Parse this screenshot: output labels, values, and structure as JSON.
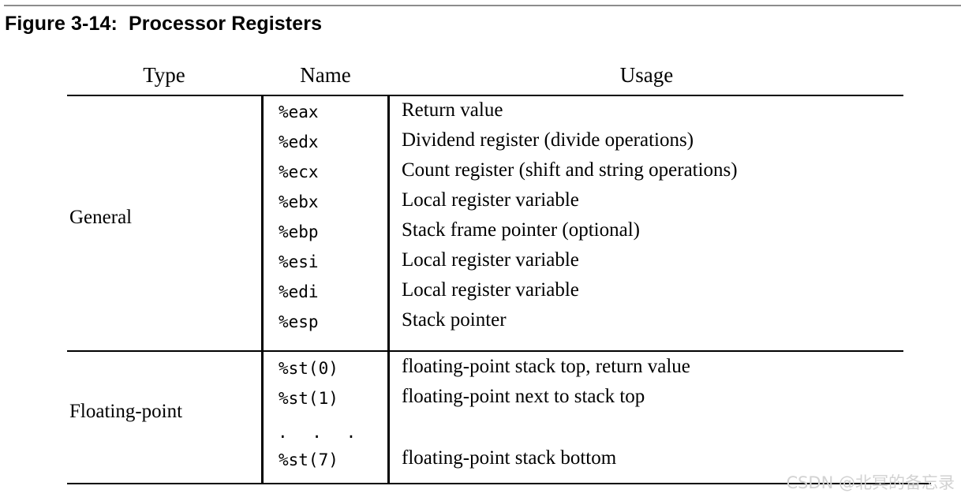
{
  "document": {
    "figure_caption": "Figure 3-14:  Processor Registers",
    "watermark": "CSDN @北冥的备忘录"
  },
  "table": {
    "headers": {
      "type": "Type",
      "name": "Name",
      "usage": "Usage"
    },
    "sections": [
      {
        "type_label": "General",
        "rows": [
          {
            "name": "%eax",
            "usage": "Return value"
          },
          {
            "name": "%edx",
            "usage": "Dividend register (divide operations)"
          },
          {
            "name": "%ecx",
            "usage": "Count register (shift and string operations)"
          },
          {
            "name": "%ebx",
            "usage": "Local register variable"
          },
          {
            "name": "%ebp",
            "usage": "Stack frame pointer (optional)"
          },
          {
            "name": "%esi",
            "usage": "Local register variable"
          },
          {
            "name": "%edi",
            "usage": "Local register variable"
          },
          {
            "name": "%esp",
            "usage": "Stack pointer"
          }
        ]
      },
      {
        "type_label": "Floating-point",
        "rows": [
          {
            "name": "%st(0)",
            "usage": "floating-point stack top, return value"
          },
          {
            "name": "%st(1)",
            "usage": "floating-point next to stack top"
          },
          {
            "name": ". . .",
            "usage": ""
          },
          {
            "name": "%st(7)",
            "usage": "floating-point stack bottom"
          }
        ]
      }
    ]
  },
  "colors": {
    "rule": "#000000",
    "top_rule": "#8c8c8c",
    "text": "#000000",
    "watermark": "#d2d2d2"
  }
}
